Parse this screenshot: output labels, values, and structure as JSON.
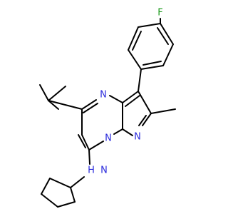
{
  "colors": {
    "bond": "#000000",
    "nitrogen": "#2b2bdc",
    "fluorine": "#1a9a1a",
    "background": "#ffffff"
  },
  "labels": {
    "n_ring_top": "N",
    "n_bridge": "N",
    "n_pyrazole": "N",
    "nh_amine": "N",
    "h_amine": "H",
    "fluorine": "F"
  }
}
